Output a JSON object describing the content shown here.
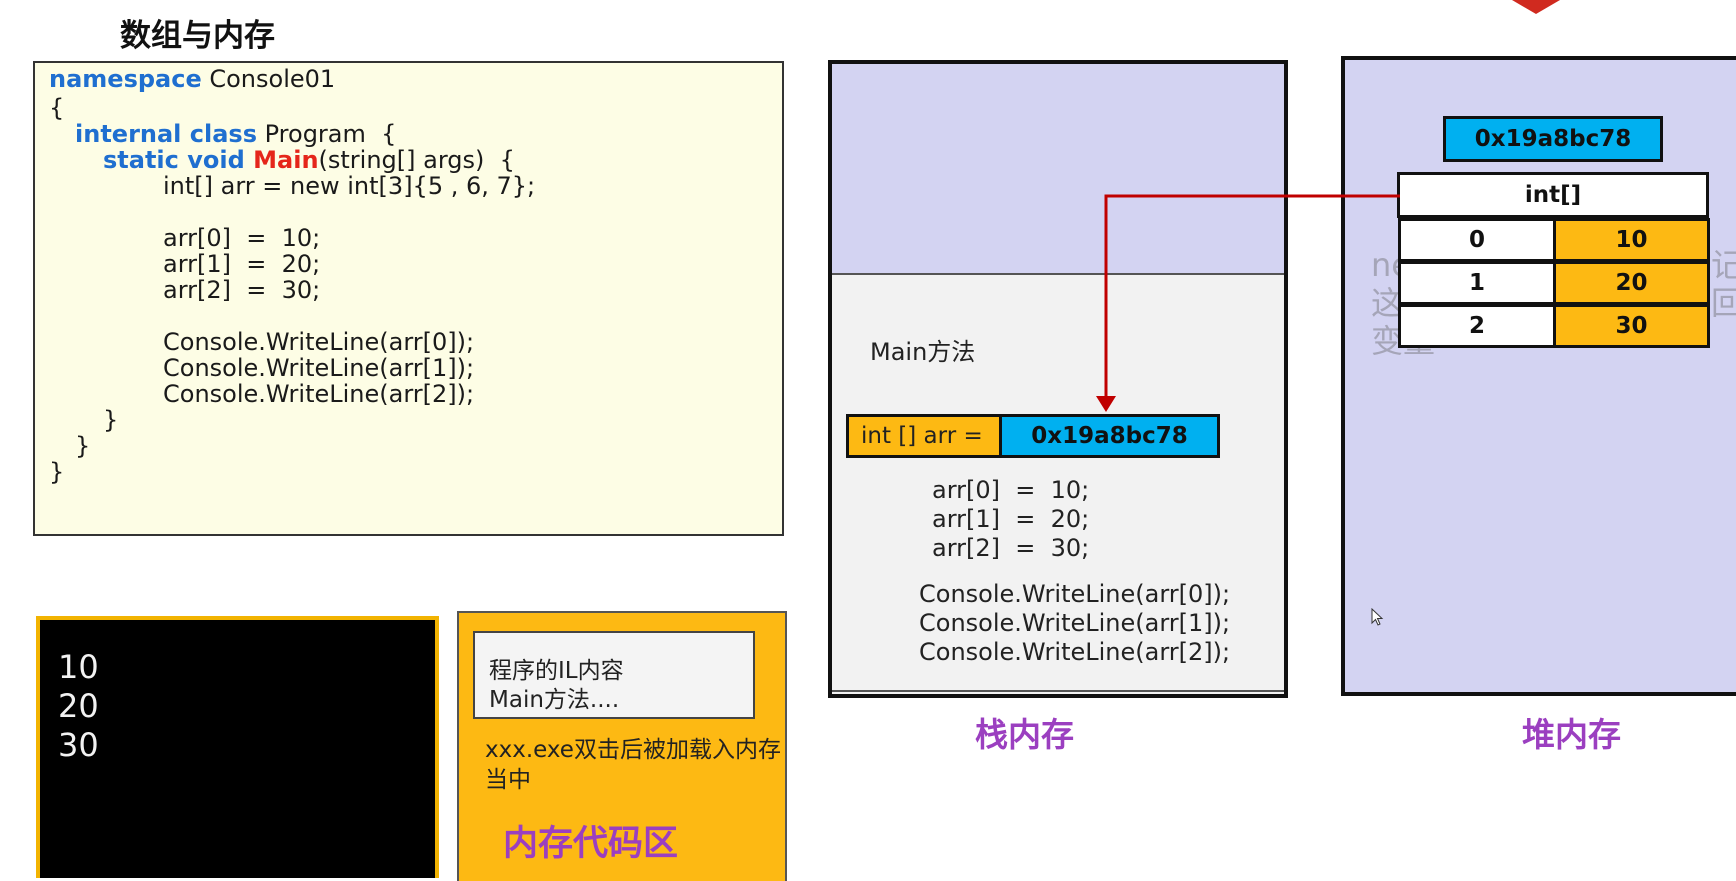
{
  "title": "数组与内存",
  "code": {
    "lines": [
      {
        "text": "namespace Console01",
        "kw": "namespace",
        "rest": " Console01"
      },
      {
        "text": "{"
      },
      {
        "kw": "internal class",
        "rest": " Program  {"
      },
      {
        "kw": "static void",
        "fn": " Main",
        "rest": "(string[] args)  {"
      },
      {
        "text": "int[] arr = new int[3]{5 , 6, 7};"
      },
      {
        "text": "arr[0]  =  10;"
      },
      {
        "text": "arr[1]  =  20;"
      },
      {
        "text": "arr[2]  =  30;"
      },
      {
        "text": "Console.WriteLine(arr[0]);"
      },
      {
        "text": "Console.WriteLine(arr[1]);"
      },
      {
        "text": "Console.WriteLine(arr[2]);"
      },
      {
        "text": "}"
      },
      {
        "text": "}"
      },
      {
        "text": "}"
      }
    ]
  },
  "console_output": [
    "10",
    "20",
    "30"
  ],
  "code_area": {
    "il_line1": "程序的IL内容",
    "il_line2": "Main方法....",
    "load_line1": "xxx.exe双击后被加载入内存",
    "load_line2": "当中",
    "label": "内存代码区"
  },
  "stack": {
    "frame_label": "Main方法",
    "var_label": "int [] arr  =",
    "var_value": "0x19a8bc78",
    "lines": [
      "arr[0]  =  10;",
      "arr[1]  =  20;",
      "arr[2]  =  30;",
      "Console.WriteLine(arr[0]);",
      "Console.WriteLine(arr[1]);",
      "Console.WriteLine(arr[2]);"
    ],
    "label": "栈内存"
  },
  "heap": {
    "address": "0x19a8bc78",
    "type": "int[]",
    "cells": [
      {
        "index": "0",
        "value": "10"
      },
      {
        "index": "1",
        "value": "20"
      },
      {
        "index": "2",
        "value": "30"
      }
    ],
    "bg_text": [
      "ne",
      "这",
      "变量"
    ],
    "bg_text_right": [
      "记",
      "回"
    ],
    "label": "堆内存"
  },
  "colors": {
    "keyword": "#1f6fd0",
    "method": "#e5261a",
    "address": "#00b0f0",
    "value": "#fdb913",
    "arrow": "#c00000",
    "label": "#9b3fc0"
  },
  "icons": {
    "cursor": "mouse-pointer-icon"
  }
}
